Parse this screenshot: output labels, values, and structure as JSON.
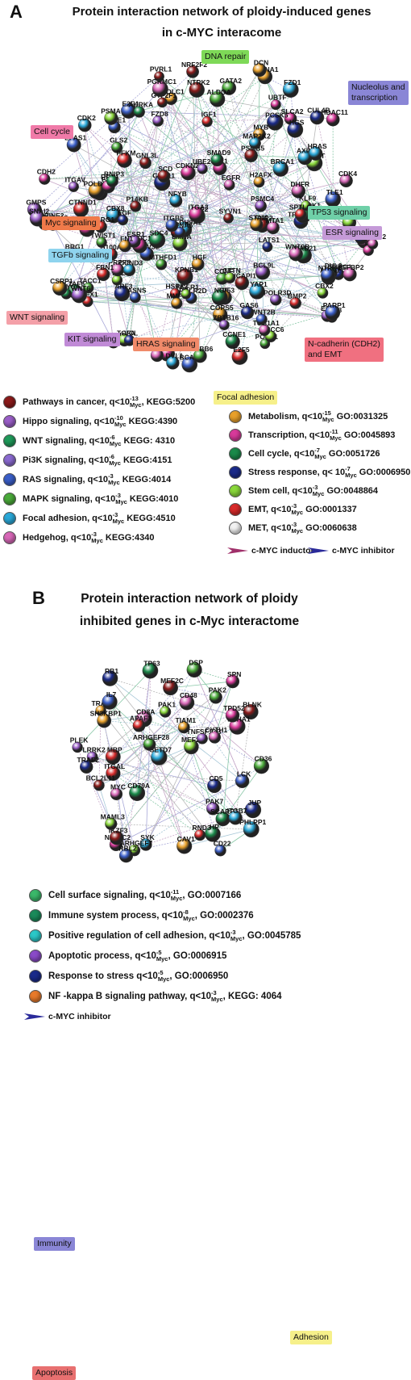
{
  "panelA": {
    "letter": "A",
    "title_line1": "Protein interaction network  of ploidy-induced genes",
    "title_line2": "in c-MYC interacome",
    "groups": [
      {
        "text": "DNA repair",
        "bg": "#7ed957"
      },
      {
        "text": "Nucleolus and\ntranscription",
        "bg": "#8a86d6"
      },
      {
        "text": "Cell cycle",
        "bg": "#f07aa8"
      },
      {
        "text": "TP53 signaling",
        "bg": "#6fd0a8"
      },
      {
        "text": "Myc signaling",
        "bg": "#f07a4a"
      },
      {
        "text": "ESR signaling",
        "bg": "#c59ad8"
      },
      {
        "text": "TGFb signaling",
        "bg": "#8fd4ee"
      },
      {
        "text": "WNT signaling",
        "bg": "#f4a0a8"
      },
      {
        "text": "KIT signaling",
        "bg": "#c08ad6"
      },
      {
        "text": "HRAS signaling",
        "bg": "#f08a6a"
      },
      {
        "text": "N-cadherin (CDH2)\nand EMT",
        "bg": "#f07080"
      },
      {
        "text": "Focal adhesion",
        "bg": "#f6f08a"
      }
    ],
    "genes": [
      "HDAC11",
      "DNA repair",
      "RAD21",
      "H2AFX",
      "ARF3",
      "GNL3L",
      "E2F7",
      "REV3L",
      "CBX8",
      "CBX2",
      "HSPA2",
      "MCM8",
      "POLA1",
      "MDC1",
      "RRS1",
      "NOLC1",
      "LATS1",
      "KAT7",
      "CDK1",
      "WEE1",
      "BRCA1",
      "FBL",
      "NFX1",
      "PRPF8",
      "CCNF",
      "CDKN2C",
      "CCNE1",
      "CCNA1",
      "CUL4B",
      "GTF2F1",
      "GMPS",
      "POLR2D",
      "YAP1",
      "PSMA7",
      "E2F5",
      "DHFR",
      "GFER",
      "YY1",
      "TAF6",
      "POLDIP3",
      "TUBG1",
      "PSMB5",
      "PSMC4",
      "E2F4",
      "CDK2",
      "ERCC6",
      "E2F8",
      "ADCY2",
      "DUSP12",
      "TK1",
      "FAF2",
      "COPS5",
      "TP53BP2",
      "NCAPI1",
      "UBE2C",
      "PARP1",
      "NFYB",
      "LMNA",
      "S100A4",
      "CDK4",
      "TACC1",
      "CSNK1D",
      "AURKA",
      "TP53",
      "SENP3",
      "SYVN1",
      "BCL9L",
      "TLE1",
      "CCND3",
      "SERPINE2",
      "NDRG1",
      "IGFBP2",
      "GLS2",
      "SLCA2",
      "MYC",
      "MYB",
      "BRG1",
      "NRF2F2",
      "SNAI2",
      "EPAS1",
      "ALDH9A1",
      "TERT",
      "PFKM",
      "PGRMC1",
      "TWIST1",
      "UBTF",
      "DBI",
      "CSRP1",
      "GNA11",
      "SCD",
      "POLR3D",
      "BCAR1",
      "AXIN2",
      "KLF9",
      "BMP2",
      "TUB1A1",
      "TUBB6",
      "FZD7",
      "SMAD9",
      "MMP14",
      "PCSK5",
      "ESR2",
      "ESR1",
      "ASNS",
      "DVL1",
      "BMP7",
      "FBN1",
      "EGFR",
      "MTHFD1",
      "SNAI1",
      "DVL3",
      "DCN",
      "EGF",
      "KPNB1",
      "FZD8",
      "WNT2B",
      "FZD1",
      "TGFA",
      "IGF1",
      "MTA1",
      "AXIN1",
      "CDH2",
      "NGF",
      "HGF",
      "HGS",
      "NTRK2",
      "ZBTB16",
      "NTRK1",
      "HRAS",
      "FGFR1",
      "CTNND1",
      "WNT9B",
      "GATA2",
      "KIT",
      "BNIP3",
      "STAM",
      "VCL",
      "PVRL1",
      "WNT6",
      "EFNA5",
      "MAP2K2",
      "CTTN",
      "SPTLC1",
      "NCAM1",
      "ALDOA",
      "ITGA3",
      "SDC4",
      "FN1",
      "GAS6",
      "P14KB",
      "ITGAV",
      "ITGB5"
    ],
    "legend_left": [
      {
        "text": "Pathways in cancer, q<10",
        "sup": "-13",
        "sub": "Myc",
        "tail": ", KEGG:5200",
        "color": "#8b1a1a"
      },
      {
        "text": "Hippo signaling, q<10",
        "sup": "-10",
        "sub": "Myc",
        "tail": " KEGG:4390",
        "color": "#9a5ec8"
      },
      {
        "text": "WNT signaling, q<10",
        "sup": "-6",
        "sub": "Myc",
        "tail": "  KEGG: 4310",
        "color": "#1f9a5a"
      },
      {
        "text": "Pi3K signaling, q<10",
        "sup": "-6",
        "sub": "Myc",
        "tail": "  KEGG:4151",
        "color": "#8a6ad0"
      },
      {
        "text": "RAS signaling, q<10",
        "sup": "-3",
        "sub": "Myc",
        "tail": "  KEGG:4014",
        "color": "#3a5ec8"
      },
      {
        "text": "MAPK signaling, q<10",
        "sup": "-3",
        "sub": "Myc",
        "tail": "   KEGG:4010",
        "color": "#4aaa3a"
      },
      {
        "text": "Focal adhesion, q<10",
        "sup": "-3",
        "sub": "Myc",
        "tail": "   KEGG:4510",
        "color": "#2aa8d8"
      },
      {
        "text": "Hedgehog, q<10",
        "sup": "-3",
        "sub": "Myc",
        "tail": "   KEGG:4340",
        "color": "#d868b8"
      }
    ],
    "legend_right": [
      {
        "text": "Metabolism, q<10",
        "sup": "-15",
        "sub": "Myc",
        "tail": " GO:0031325",
        "color": "#e8a02a"
      },
      {
        "text": "Transcription, q<10",
        "sup": "-11",
        "sub": "Myc",
        "tail": "  GO:0045893",
        "color": "#d83a9a"
      },
      {
        "text": "Cell cycle, q<10",
        "sup": "-7",
        "sub": "Myc",
        "tail": " GO:0051726",
        "color": "#1a8a4a"
      },
      {
        "text": "Stress response, q< 10",
        "sup": "-7",
        "sub": "Myc",
        "tail": " GO:0006950",
        "color": "#1a2a8a"
      },
      {
        "text": "Stem cell, q<10",
        "sup": "-3",
        "sub": "Myc",
        "tail": "  GO:0048864",
        "color": "#8ad83a"
      },
      {
        "text": "EMT, q<10",
        "sup": "-3",
        "sub": "Myc",
        "tail": "    GO:0001337",
        "color": "#d82a2a"
      },
      {
        "text": "MET, q<10",
        "sup": "-3",
        "sub": "Myc",
        "tail": "   GO:0060638",
        "color": "#f2f2f2"
      }
    ],
    "inductor_label": "c-MYC inductor",
    "inhibitor_label": "c-MYC inhibitor"
  },
  "panelB": {
    "letter": "B",
    "title_line1": "Protein interaction network of ploidy",
    "title_line2": "inhibited genes in c-Myc interactome",
    "groups": [
      {
        "text": "Immunity",
        "bg": "#8a86d6"
      },
      {
        "text": "Adhesion",
        "bg": "#f6f08a"
      },
      {
        "text": "Apoptosis",
        "bg": "#e87070"
      }
    ],
    "genes": [
      "SPN",
      "HP",
      "TRAF3",
      "CD5",
      "BLNK",
      "PAK7",
      "CD22",
      "SYK",
      "PAK1",
      "ITGAL",
      "CD8A",
      "DSP",
      "NFATC2",
      "CD79A",
      "SH3KBP1",
      "JUP",
      "MEF2C",
      "LRRK2",
      "LCK",
      "PHLPP1",
      "MEF2A",
      "MBP",
      "CD48",
      "CD36",
      "EPHA1",
      "SCARB1",
      "CAV1",
      "TRAF2",
      "BCL2L11",
      "TNFSF13B",
      "IL7",
      "ITGB7",
      "ARHGEF7",
      "APAF1",
      "MYC",
      "PAK2",
      "TPD52",
      "TP63",
      "TIAM1",
      "RB1",
      "IKZF3",
      "PLEK",
      "RBL2",
      "SETD7",
      "MAML3",
      "RND3",
      "CYTH1",
      "ARHGEF28"
    ],
    "legend": [
      {
        "text": "Cell surface signaling, q<10",
        "sup": "-11",
        "sub": "Myc",
        "tail": ", GO:0007166",
        "color": "#3ab86a"
      },
      {
        "text": "Immune system process, q<10",
        "sup": "-8",
        "sub": "Myc",
        "tail": ", GO:0002376",
        "color": "#1a8a5a"
      },
      {
        "text": "Positive regulation of cell adhesion, q<10",
        "sup": "-3",
        "sub": "Myc",
        "tail": ", GO:0045785",
        "color": "#2ac8c8"
      },
      {
        "text": "Apoptotic process, q<10",
        "sup": "-5",
        "sub": "Myc",
        "tail": ", GO:0006915",
        "color": "#8a4ac8"
      },
      {
        "text": "Response to stress  q<10",
        "sup": "-5",
        "sub": "Myc",
        "tail": ", GO:0006950",
        "color": "#1a2a8a"
      },
      {
        "text": "NF -kappa B signaling pathway, q<10",
        "sup": "-3",
        "sub": "Myc",
        "tail": ", KEGG: 4064",
        "color": "#e87a2a"
      }
    ],
    "inhibitor_label": "c-MYC inhibitor"
  }
}
